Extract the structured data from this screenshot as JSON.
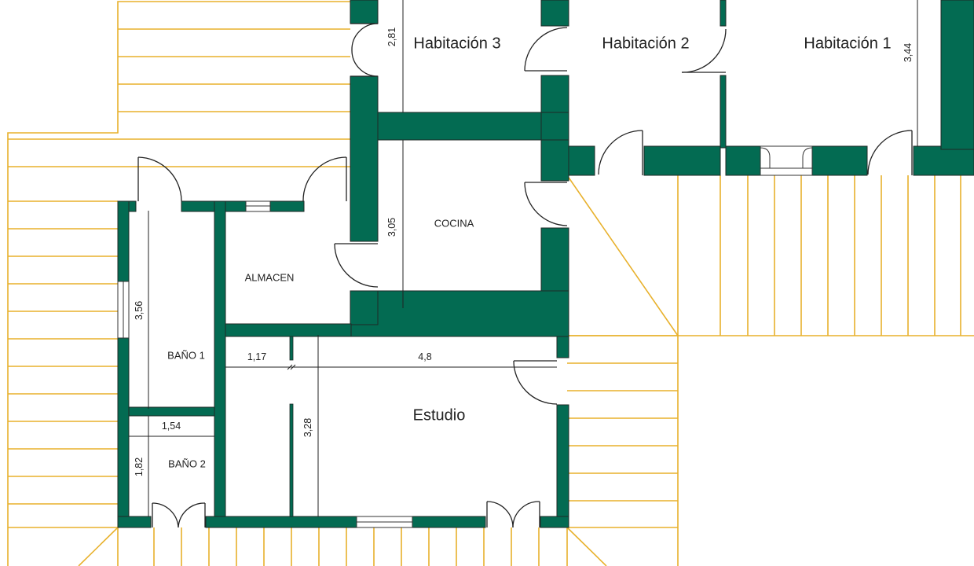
{
  "plan": {
    "colors": {
      "wall": "#036b52",
      "wall_edge": "#1f2a26",
      "eave": "#e8b12c",
      "line": "#222222",
      "background": "#ffffff"
    },
    "rooms": {
      "habitacion3": "Habitación 3",
      "habitacion2": "Habitación 2",
      "habitacion1": "Habitación 1",
      "cocina": "COCINA",
      "almacen": "ALMACEN",
      "bano1": "BAÑO 1",
      "bano2": "BAÑO 2",
      "estudio": "Estudio"
    },
    "dimensions": {
      "hab3_height": "2,81",
      "hab1_height": "3,44",
      "cocina_height": "3,05",
      "bano1_height": "3,56",
      "estudio_width_left": "1,17",
      "estudio_width": "4,8",
      "bano2_width": "1,54",
      "bano2_height": "1,82",
      "estudio_height": "3,28"
    }
  }
}
